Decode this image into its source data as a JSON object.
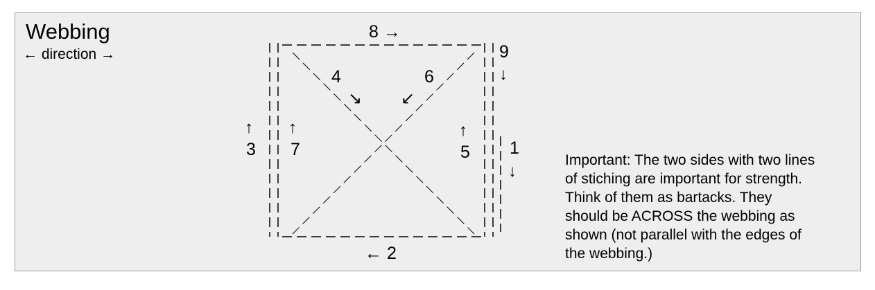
{
  "heading": "Webbing",
  "direction_label": "← direction →",
  "stitches": {
    "s1": {
      "num": "1",
      "arrow": "↓"
    },
    "s2": {
      "label": "← 2"
    },
    "s3": {
      "num": "3",
      "arrow": "↑"
    },
    "s4": {
      "num": "4",
      "arrow": "↘"
    },
    "s5": {
      "num": "5",
      "arrow": "↑"
    },
    "s6": {
      "num": "6",
      "arrow": "↙"
    },
    "s7": {
      "num": "7",
      "arrow": "↑"
    },
    "s8": {
      "label": "8 →"
    },
    "s9": {
      "num": "9",
      "arrow": "↓"
    }
  },
  "note_lines": [
    "Important: The two sides with two lines",
    "of stiching are important for strength.",
    "Think of them as bartacks. They",
    "should be ACROSS the webbing as",
    "shown (not parallel with the edges of",
    "the webbing.)"
  ]
}
